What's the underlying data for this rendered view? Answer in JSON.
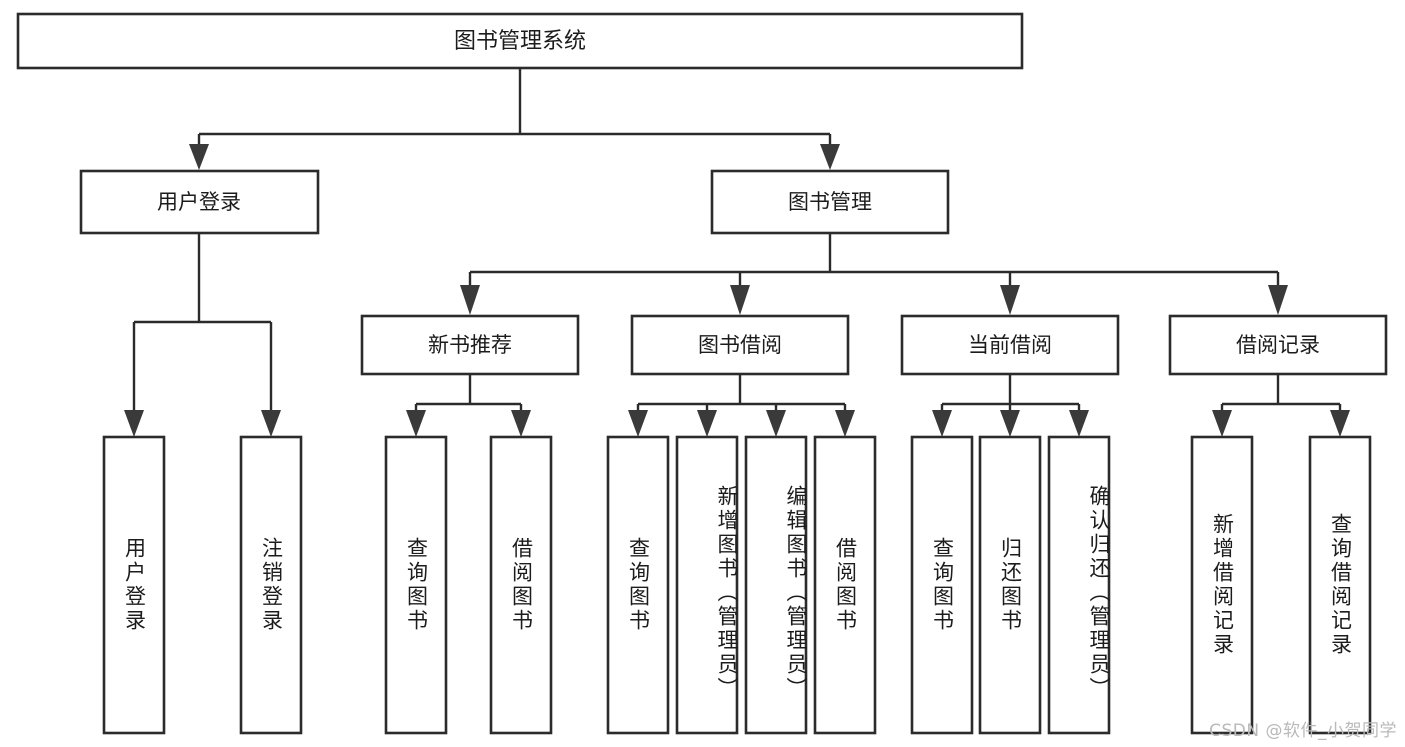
{
  "diagram": {
    "type": "tree",
    "title": "图书管理系统",
    "orientation": "top-down",
    "colors": {
      "box_stroke": "#2b2b2b",
      "box_fill": "#ffffff",
      "text": "#1c1c1c",
      "watermark": "#b9b9b9",
      "background": "#ffffff"
    },
    "root": {
      "label": "图书管理系统"
    },
    "level2": [
      {
        "label": "用户登录"
      },
      {
        "label": "图书管理"
      }
    ],
    "level3": [
      {
        "label": "新书推荐"
      },
      {
        "label": "图书借阅"
      },
      {
        "label": "当前借阅"
      },
      {
        "label": "借阅记录"
      }
    ],
    "leaves": {
      "user_login": [
        {
          "label": "用户登录"
        },
        {
          "label": "注销登录"
        }
      ],
      "new_book_recommend": [
        {
          "label": "查询图书"
        },
        {
          "label": "借阅图书"
        }
      ],
      "book_borrow": [
        {
          "label": "查询图书"
        },
        {
          "label": "新增图书（管理员）"
        },
        {
          "label": "编辑图书（管理员）"
        },
        {
          "label": "借阅图书"
        }
      ],
      "current_borrow": [
        {
          "label": "查询图书"
        },
        {
          "label": "归还图书"
        },
        {
          "label": "确认归还（管理员）"
        }
      ],
      "borrow_record": [
        {
          "label": "新增借阅记录"
        },
        {
          "label": "查询借阅记录"
        }
      ]
    }
  },
  "watermark": {
    "text": "CSDN @软件_小贺同学"
  }
}
